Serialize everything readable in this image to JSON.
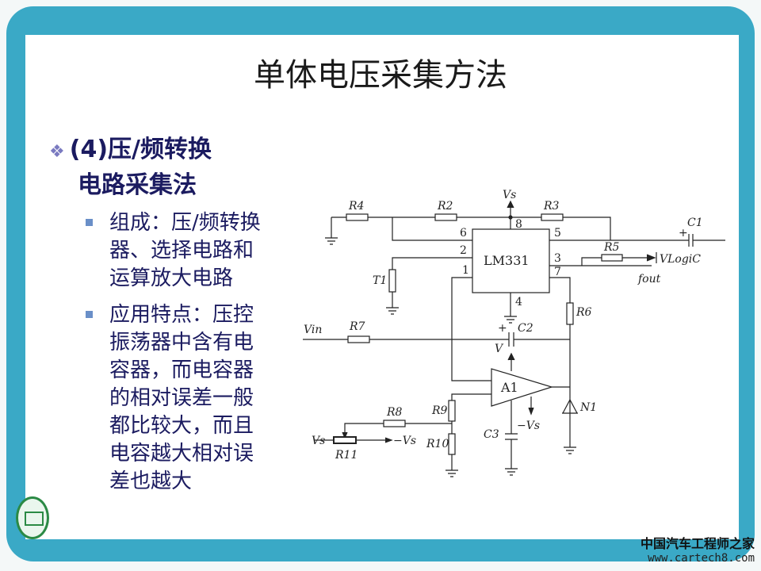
{
  "slide": {
    "title": "单体电压采集方法",
    "heading_line1": "(4)压/频转换",
    "heading_line2": "电路采集法",
    "bullets": [
      {
        "lines": [
          "组成：压/频转换",
          "器、选择电路和",
          "运算放大电路"
        ]
      },
      {
        "lines": [
          "应用特点：压控",
          "振荡器中含有电",
          "容器，而电容器",
          "的相对误差一般",
          "都比较大，而且",
          "电容越大相对误",
          "差也越大"
        ]
      }
    ]
  },
  "circuit": {
    "chip": "LM331",
    "opamp": "A1",
    "labels": {
      "vs_top": "Vs",
      "r4": "R4",
      "r2": "R2",
      "r3": "R3",
      "c1": "C1",
      "r5": "R5",
      "vlogic": "VLogiC",
      "fout": "fout",
      "t1": "T1",
      "r6": "R6",
      "vin": "Vin",
      "r7": "R7",
      "c2": "C2",
      "v": "V",
      "n1": "N1",
      "r8": "R8",
      "r9": "R9",
      "r10": "R10",
      "c3": "C3",
      "neg_vs_opamp": "−Vs",
      "vs_pot": "Vs",
      "neg_vs_pot": "−Vs",
      "r11": "R11",
      "plus_c1": "+",
      "plus_c2": "+"
    },
    "pins": {
      "p8": "8",
      "p6": "6",
      "p5": "5",
      "p2": "2",
      "p3": "3",
      "p1": "1",
      "p7": "7",
      "p4": "4"
    }
  },
  "watermark": {
    "name": "中国汽车工程师之家",
    "url": "www.cartech8.com"
  },
  "colors": {
    "frame": "#3aa9c6",
    "text": "#1b1b60",
    "bullet": "#6a8fc8"
  }
}
